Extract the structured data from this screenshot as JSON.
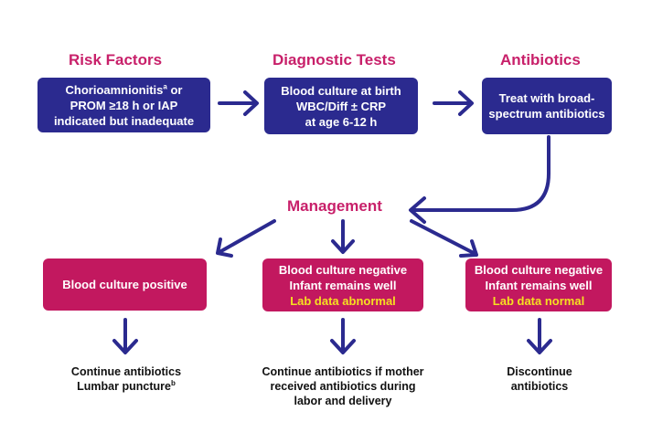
{
  "headings": {
    "risk_factors": "Risk Factors",
    "diagnostic_tests": "Diagnostic Tests",
    "antibiotics": "Antibiotics",
    "management": "Management"
  },
  "boxes": {
    "risk": {
      "line1": "Chorioamnionitis",
      "line1_sup": "a",
      "line1_tail": " or",
      "line2": "PROM ≥18 h or IAP",
      "line3": "indicated but inadequate"
    },
    "tests": {
      "line1": "Blood culture at birth",
      "line2": "WBC/Diff ± CRP",
      "line3": "at age 6-12 h"
    },
    "antibiotics": {
      "line1": "Treat with broad-",
      "line2": "spectrum antibiotics"
    },
    "positive": {
      "line1": "Blood culture positive"
    },
    "neg_abnormal": {
      "line1": "Blood culture negative",
      "line2": "Infant remains well",
      "line3": "Lab data abnormal"
    },
    "neg_normal": {
      "line1": "Blood culture negative",
      "line2": "Infant remains well",
      "line3": "Lab data normal"
    }
  },
  "outcomes": {
    "positive": {
      "line1": "Continue antibiotics",
      "line2": "Lumbar puncture",
      "line2_sup": "b"
    },
    "neg_abnormal": {
      "line1": "Continue antibiotics if mother",
      "line2": "received antibiotics during",
      "line3": "labor and delivery"
    },
    "neg_normal": {
      "line1": "Discontinue",
      "line2": "antibiotics"
    }
  },
  "colors": {
    "heading": "#c8206a",
    "blue_box": "#2b2a8f",
    "pink_box": "#c2185f",
    "highlight": "#f5e020",
    "arrow": "#2b2a8f"
  }
}
